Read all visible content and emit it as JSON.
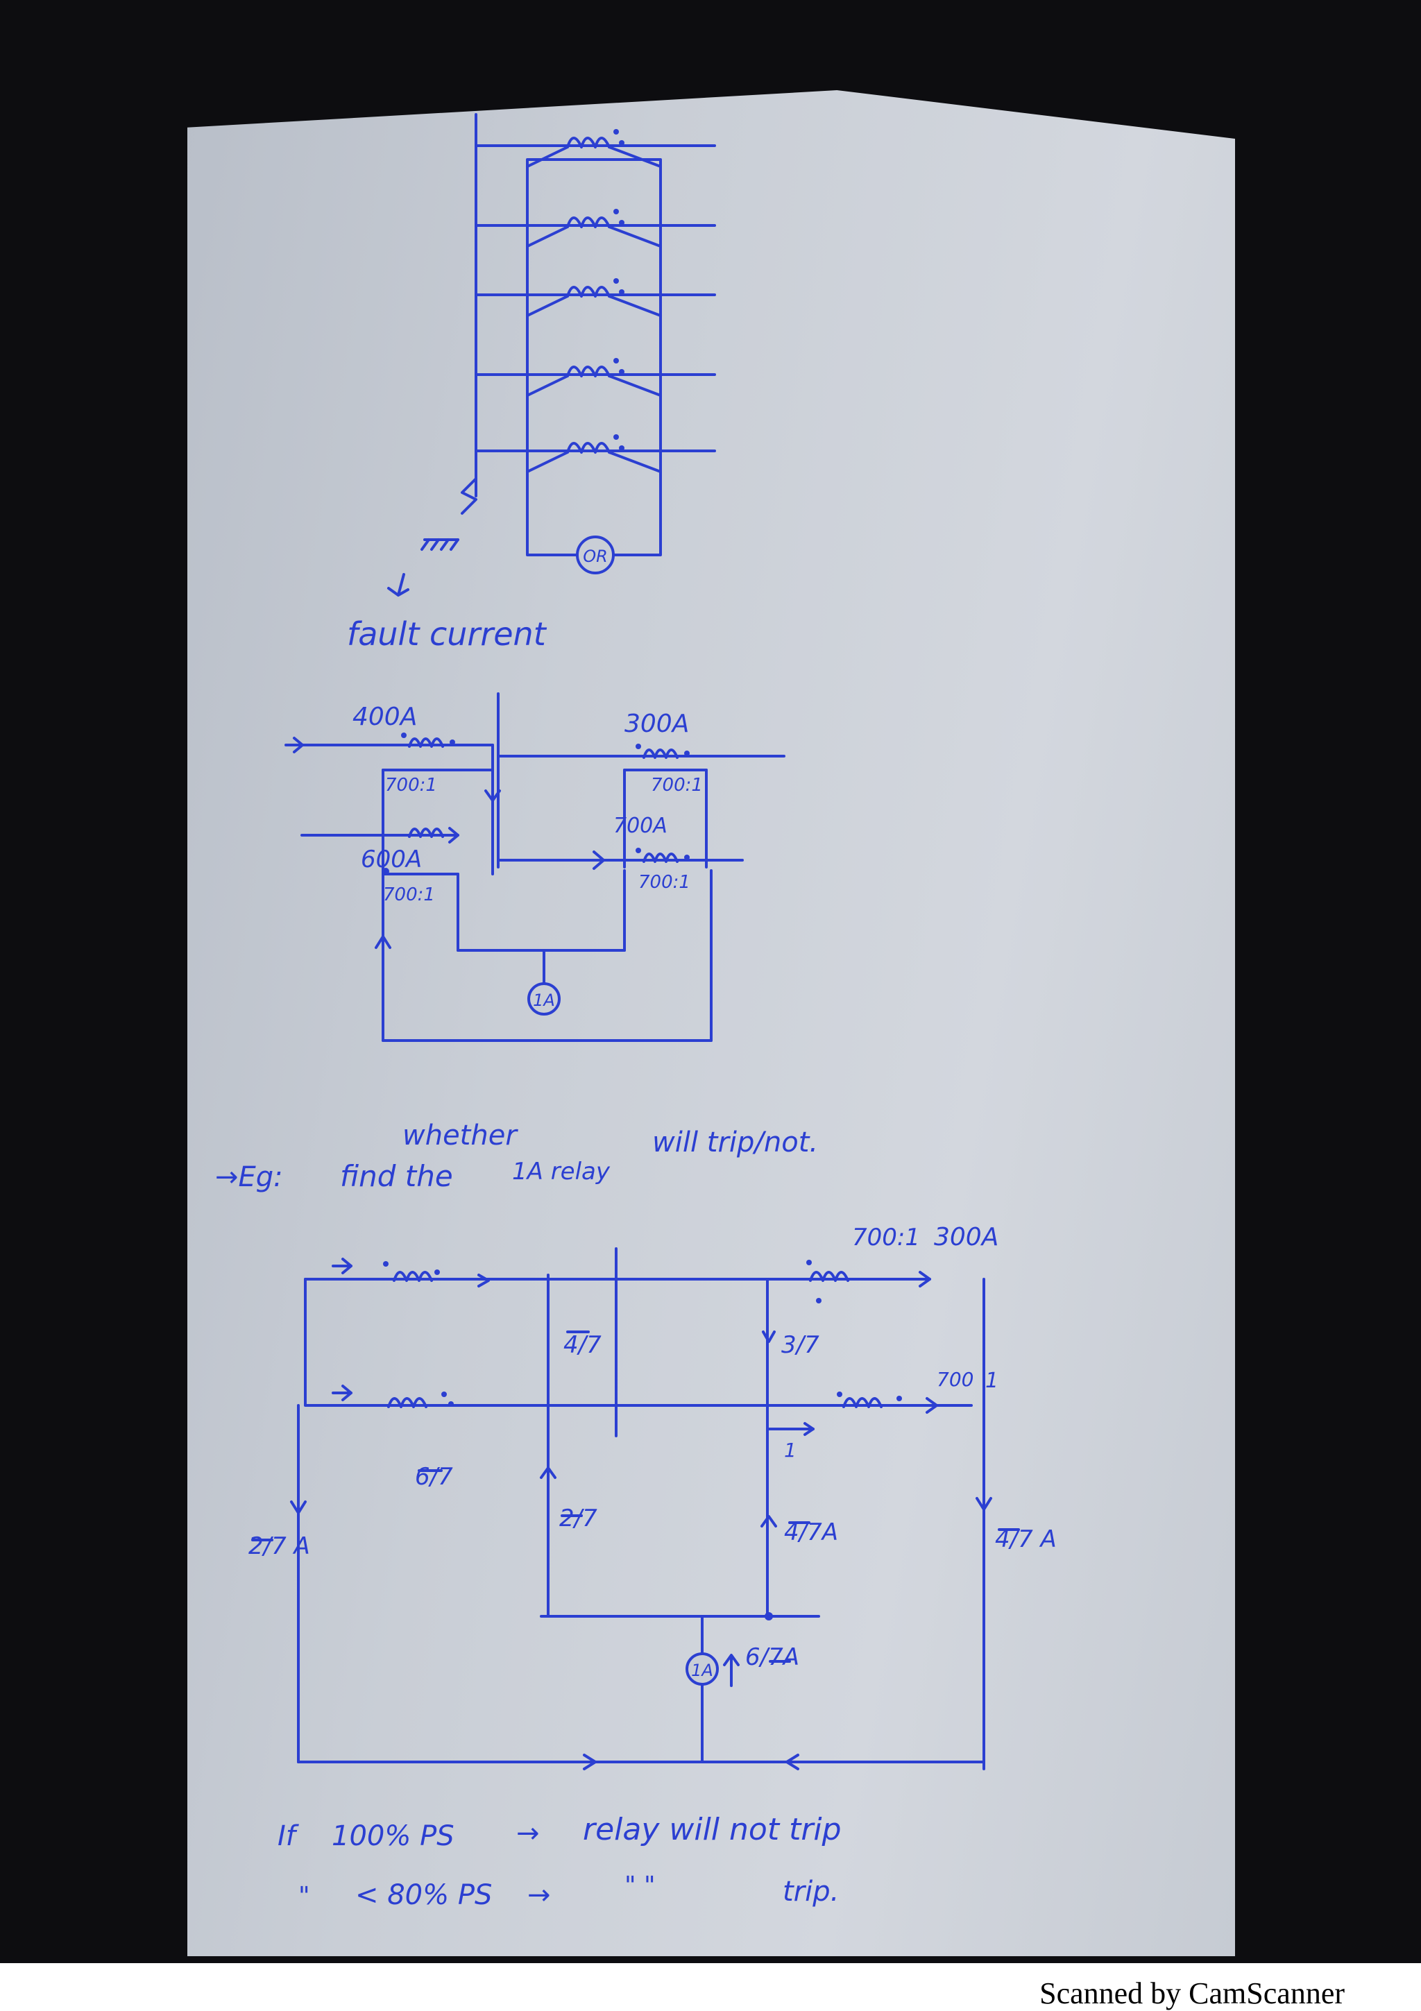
{
  "diagram1": {
    "relay_label": "OR",
    "caption": "fault current"
  },
  "diagram2": {
    "top_left_current": "400A",
    "top_right_current": "300A",
    "top_left_ratio": "700:1",
    "top_right_ratio": "700:1",
    "bottom_left_current": "600A",
    "bottom_left_ratio": "700:1",
    "bottom_right_current": "700A",
    "bottom_right_ratio": "700:1",
    "relay_label": "1A"
  },
  "question": {
    "prefix": "→Eg:",
    "text1": "find the",
    "insert": "whether",
    "relay": "1A relay",
    "text2": "will trip/not."
  },
  "diagram3": {
    "ratio_top": "700:1",
    "current_top": "300A",
    "ratio_mid": "700",
    "one": "1",
    "frac_4_7": "4/7",
    "frac_3_7": "3/7",
    "frac_6_7": "6/7",
    "frac_2_7": "2/7",
    "label_4_7A": "4/7A",
    "label_4_7A_right": "4/7 A",
    "label_2_7A": "2/7 A",
    "one_mid": "1",
    "relay_label": "1A",
    "label_6_7A": "6/7A"
  },
  "notes": {
    "line1_prefix": "If",
    "line1_ps": "100% PS",
    "line1_arrow": "→",
    "line1_text": "relay will not trip",
    "line2_prefix": "\"",
    "line2_ps": "< 80% PS",
    "line2_arrow": "→",
    "line2_ditto": "\"  \"",
    "line2_text": "trip."
  },
  "footer": "Scanned by CamScanner",
  "colors": {
    "ink": "#2b3fd1",
    "paper": "#c9ced6"
  }
}
